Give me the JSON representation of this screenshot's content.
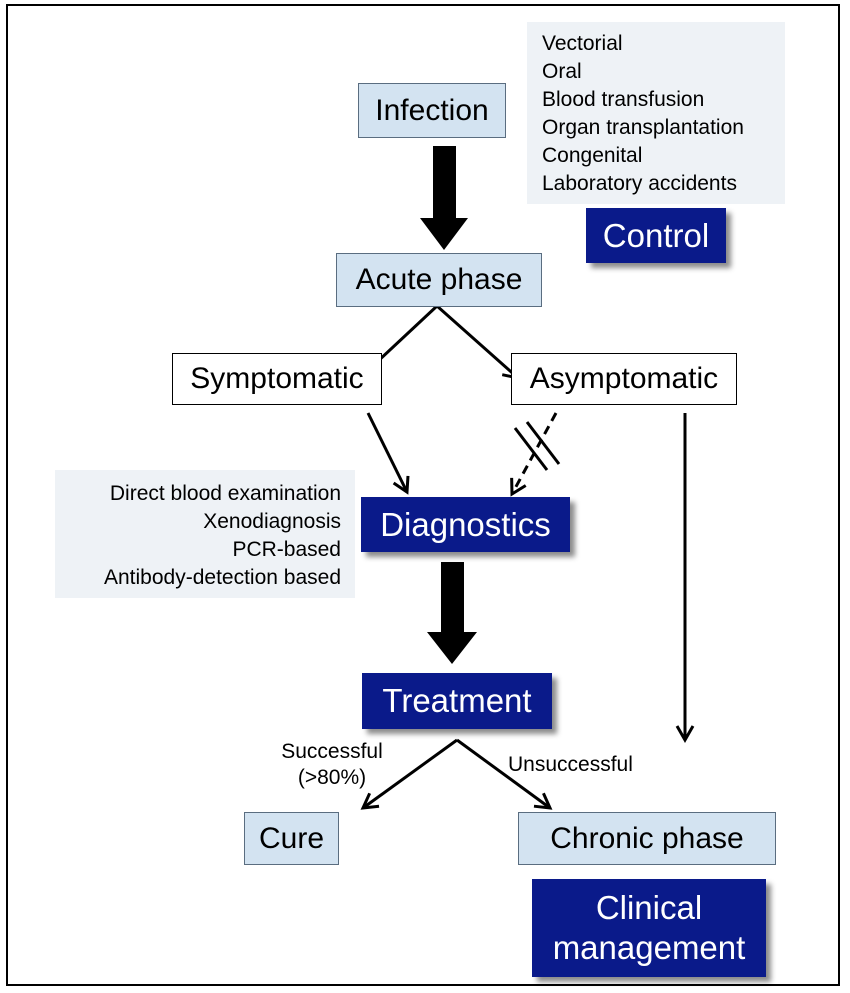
{
  "nodes": {
    "infection": "Infection",
    "acute_phase": "Acute phase",
    "symptomatic": "Symptomatic",
    "asymptomatic": "Asymptomatic",
    "diagnostics": "Diagnostics",
    "treatment": "Treatment",
    "cure": "Cure",
    "chronic_phase": "Chronic phase",
    "control": "Control",
    "clinical_management_line1": "Clinical",
    "clinical_management_line2": "management"
  },
  "transmission_routes": [
    "Vectorial",
    "Oral",
    "Blood transfusion",
    "Organ transplantation",
    "Congenital",
    "Laboratory accidents"
  ],
  "diagnostic_methods": [
    "Direct blood examination",
    "Xenodiagnosis",
    "PCR-based",
    "Antibody-detection based"
  ],
  "edge_labels": {
    "successful_line1": "Successful",
    "successful_line2": "(>80%)",
    "unsuccessful": "Unsuccessful"
  },
  "colors": {
    "light_box": "#d3e3f1",
    "dark_box": "#0a1a8a",
    "panel": "#eef2f6"
  }
}
